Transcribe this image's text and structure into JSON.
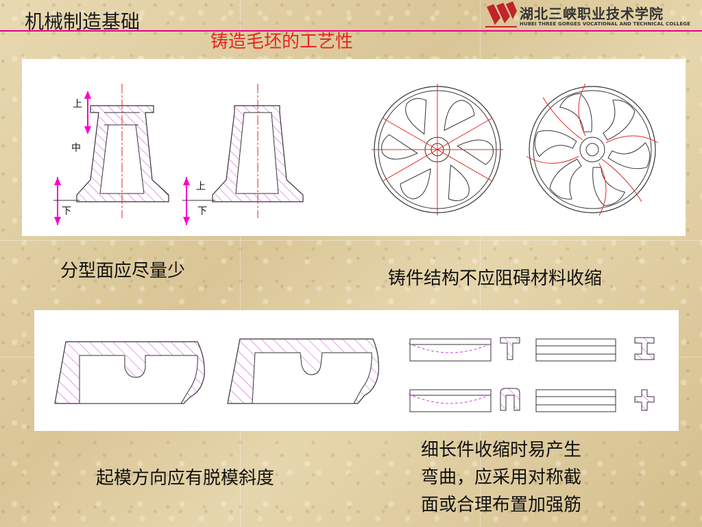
{
  "header": {
    "course_title": "机械制造基础",
    "slide_title": "铸造毛坯的工艺性",
    "logo": {
      "name_cn": "湖北三峡职业技术学院",
      "name_en": "HUBEI THREE GORGES VOCATIONAL AND TECHNICAL COLLEGE",
      "brand_color": "#c0252b"
    }
  },
  "figures": {
    "parting": {
      "left_labels": {
        "upper": "上",
        "middle": "中",
        "lower": "下"
      },
      "right_labels": {
        "upper": "上",
        "lower": "下"
      }
    }
  },
  "captions": {
    "parting": "分型面应尽量少",
    "shrinkage": "铸件结构不应阻碍材料收缩",
    "draft": "起模方向应有脱模斜度",
    "bending": [
      "细长件收缩时易产生",
      "弯曲，应采用对称截",
      "面或合理布置加强筋"
    ]
  },
  "colors": {
    "title_red": "#e8251f",
    "rule_magenta": "#e8008a",
    "hatch_magenta": "#d040d0",
    "arrow_magenta": "#ff00cc",
    "centerline_red": "#e8251f"
  }
}
